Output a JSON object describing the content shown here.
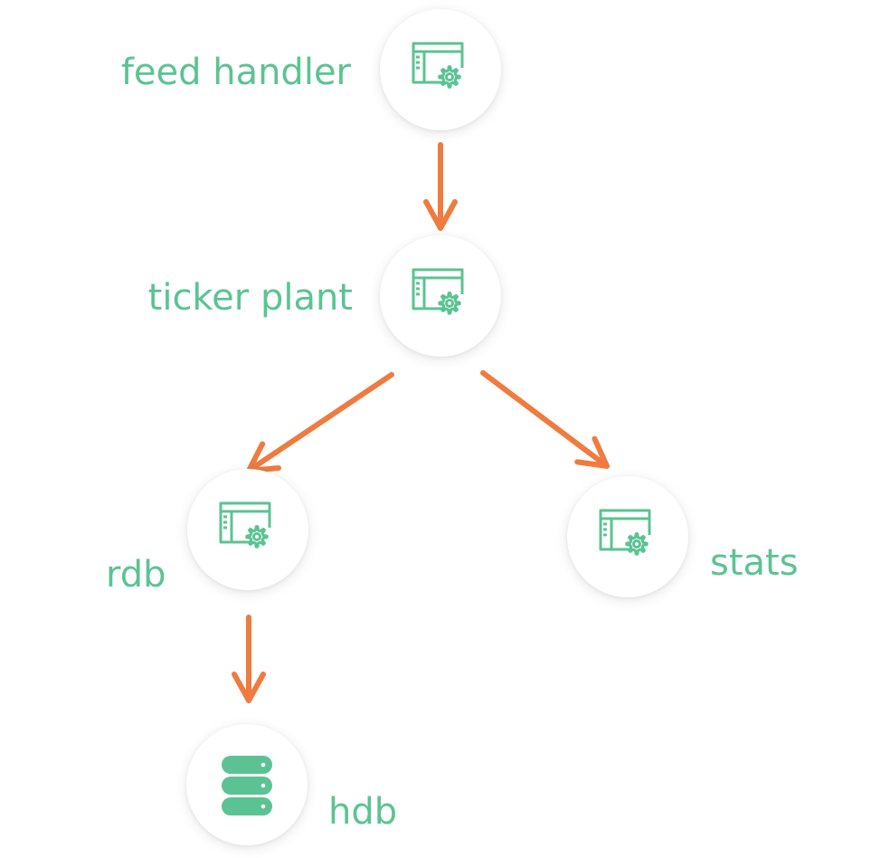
{
  "colors": {
    "accent": "#5bc393",
    "arrow": "#ef7b3f"
  },
  "nodes": {
    "feed_handler": {
      "label": "feed handler",
      "icon": "app-settings-icon"
    },
    "ticker_plant": {
      "label": "ticker plant",
      "icon": "app-settings-icon"
    },
    "rdb": {
      "label": "rdb",
      "icon": "app-settings-icon"
    },
    "stats": {
      "label": "stats",
      "icon": "app-settings-icon"
    },
    "hdb": {
      "label": "hdb",
      "icon": "database-icon"
    }
  },
  "edges": [
    {
      "from": "feed handler",
      "to": "ticker plant"
    },
    {
      "from": "ticker plant",
      "to": "rdb"
    },
    {
      "from": "ticker plant",
      "to": "stats"
    },
    {
      "from": "rdb",
      "to": "hdb"
    }
  ]
}
